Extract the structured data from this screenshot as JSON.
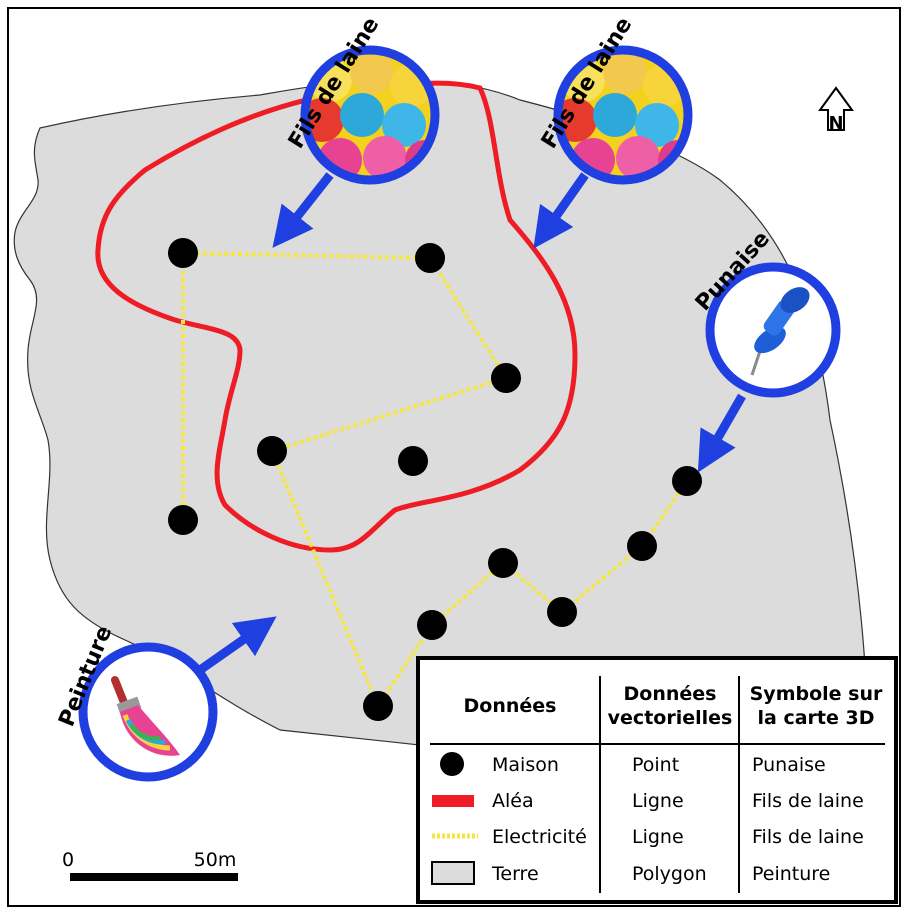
{
  "callouts": {
    "wool_left": "Fils de laine",
    "wool_right": "Fils de laine",
    "pin": "Punaise",
    "paint": "Peinture"
  },
  "north_arrow": {
    "label": "N"
  },
  "scale_bar": {
    "start_label": "0",
    "end_label": "50m"
  },
  "legend": {
    "headers": {
      "data": "Données",
      "vector_line1": "Données",
      "vector_line2": "vectorielles",
      "symbol_line1": "Symbole sur",
      "symbol_line2": "la carte 3D"
    },
    "rows": [
      {
        "data": "Maison",
        "vector": "Point",
        "symbol": "Punaise",
        "swatch": "point-symbol"
      },
      {
        "data": "Aléa",
        "vector": "Ligne",
        "symbol": "Fils de laine",
        "swatch": "red-line-symbol"
      },
      {
        "data": "Electricité",
        "vector": "Ligne",
        "symbol": "Fils de laine",
        "swatch": "yellow-dashed-line-symbol"
      },
      {
        "data": "Terre",
        "vector": "Polygon",
        "symbol": "Peinture",
        "swatch": "grey-polygon-symbol"
      }
    ]
  },
  "colors": {
    "land": "#dcdcdc",
    "hazard": "#ee1c24",
    "electricity": "#f5e642",
    "callout_ring": "#1f3fe0",
    "arrow": "#1f3fe0",
    "house": "#000000"
  },
  "icons": {
    "wool_left": "yarn-balls-icon",
    "wool_right": "yarn-balls-icon",
    "pin": "push-pin-icon",
    "paint": "paintbrush-icon",
    "north": "north-arrow-icon"
  }
}
